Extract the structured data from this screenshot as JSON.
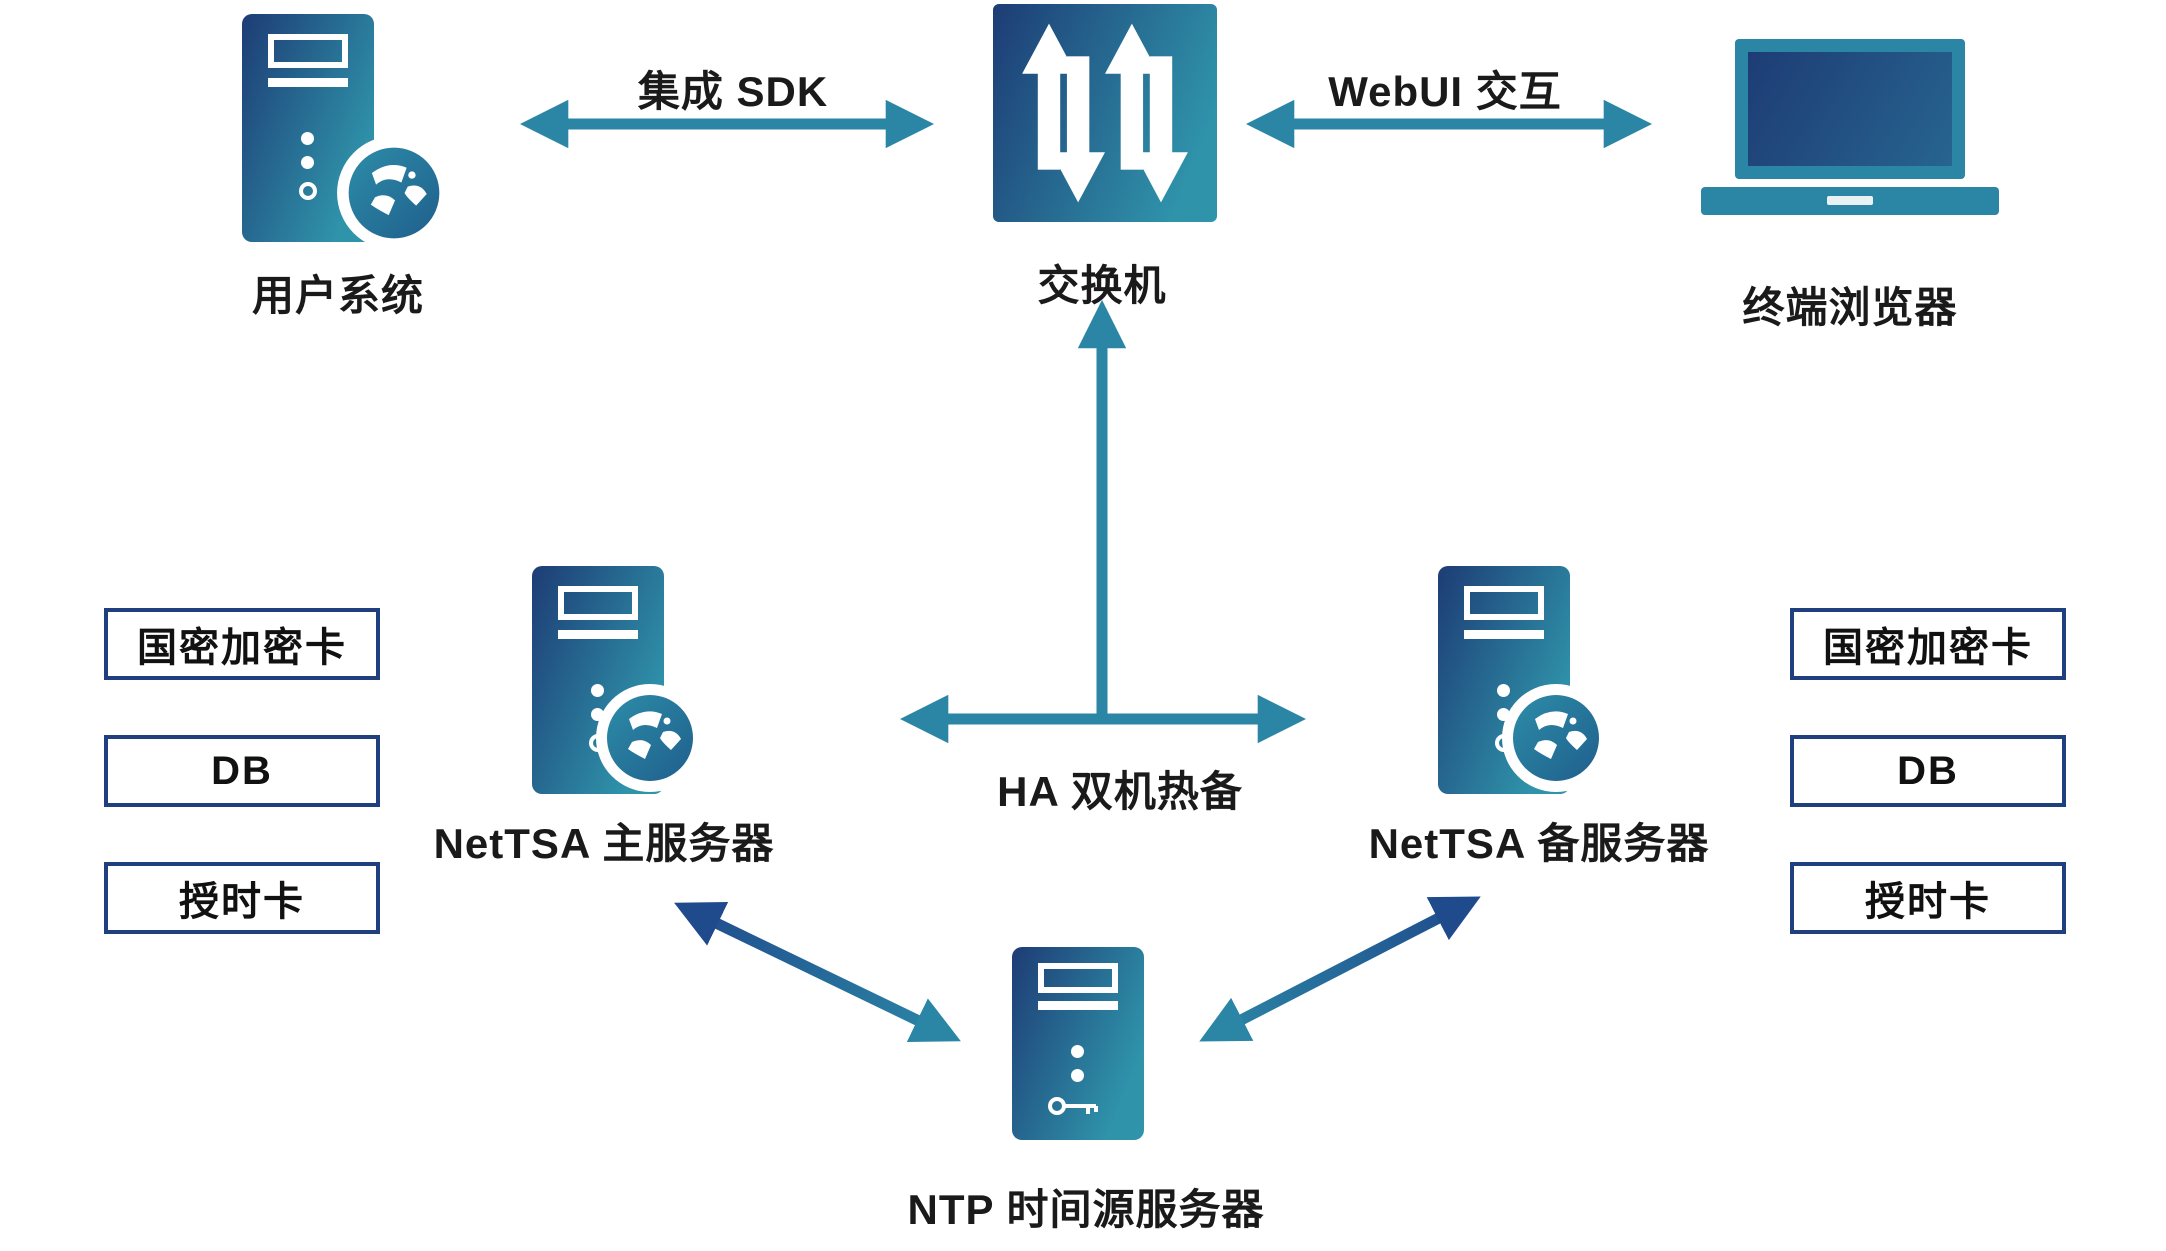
{
  "colors": {
    "teal": "#2B86A6",
    "navy": "#1F4B8C",
    "tower_gradient_start": "#1D3C75",
    "tower_gradient_end": "#2F93AA",
    "card_border": "#1F3F7E",
    "text": "#1A1A1A",
    "background": "#FFFFFF"
  },
  "nodes": {
    "user_system": {
      "label": "用户系统",
      "icon": "server-tower-with-globe-icon"
    },
    "switch": {
      "label": "交换机",
      "icon": "switch-arrows-icon"
    },
    "terminal_browser": {
      "label": "终端浏览器",
      "icon": "laptop-icon"
    },
    "primary_server": {
      "label": "NetTSA 主服务器",
      "icon": "server-tower-with-globe-icon"
    },
    "backup_server": {
      "label": "NetTSA 备服务器",
      "icon": "server-tower-with-globe-icon"
    },
    "ntp_server": {
      "label": "NTP 时间源服务器",
      "icon": "server-tower-with-key-icon"
    }
  },
  "edges": {
    "sdk": {
      "label": "集成 SDK",
      "from": "user_system",
      "to": "switch",
      "style": "double-arrow"
    },
    "webui": {
      "label": "WebUI 交互",
      "from": "switch",
      "to": "terminal_browser",
      "style": "double-arrow"
    },
    "ha": {
      "label": "HA 双机热备",
      "from": "primary_server",
      "to": "backup_server",
      "style": "double-arrow-with-branch-to-switch"
    },
    "ntp_primary": {
      "from": "ntp_server",
      "to": "primary_server",
      "style": "double-arrow"
    },
    "ntp_backup": {
      "from": "ntp_server",
      "to": "backup_server",
      "style": "double-arrow"
    }
  },
  "left_cards": [
    "国密加密卡",
    "DB",
    "授时卡"
  ],
  "right_cards": [
    "国密加密卡",
    "DB",
    "授时卡"
  ]
}
